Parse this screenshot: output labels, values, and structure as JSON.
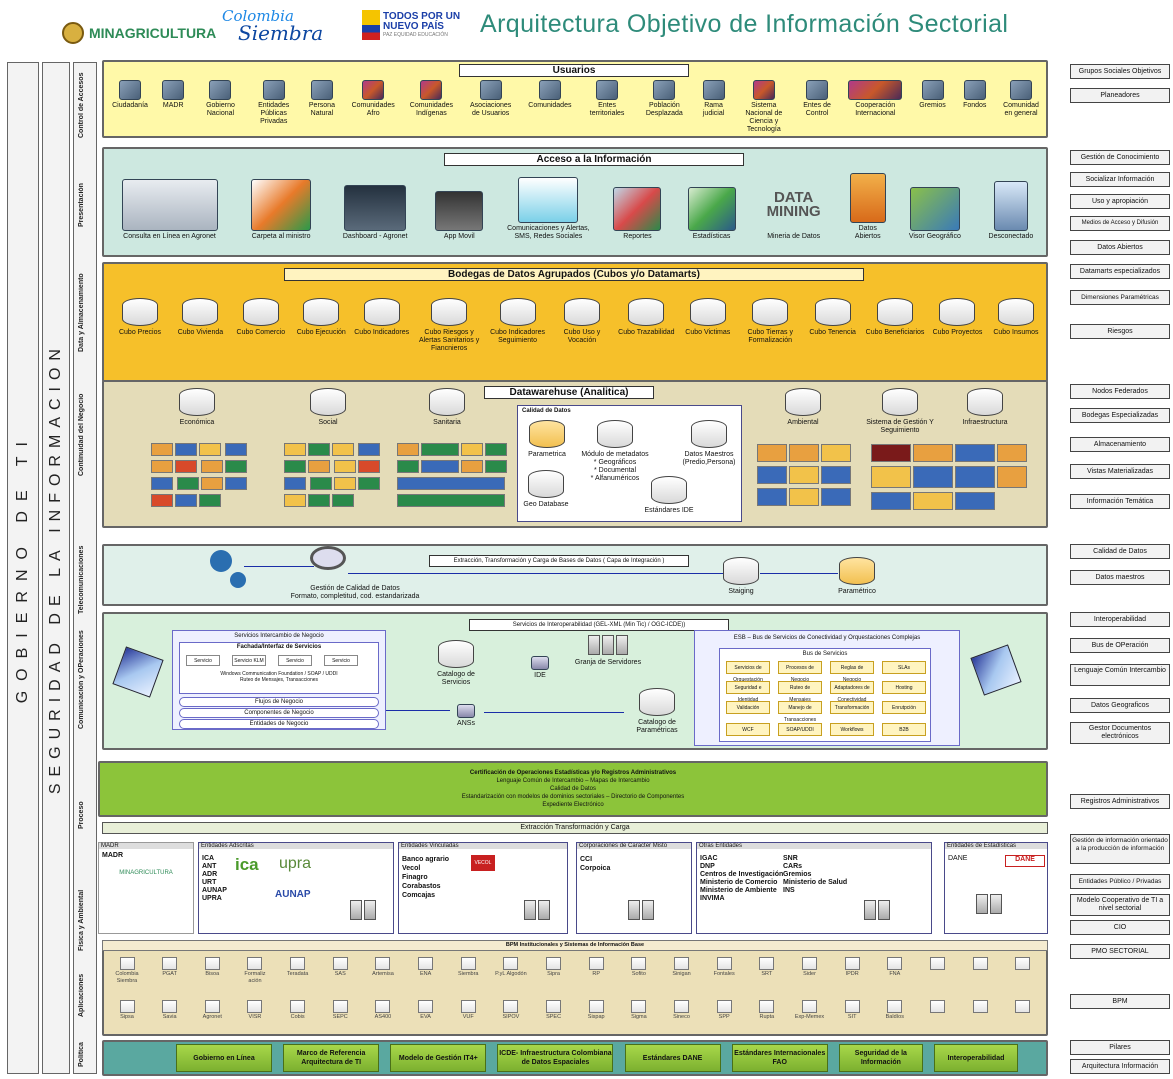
{
  "header": {
    "title": "Arquitectura Objetivo de Información Sectorial",
    "logo_min": "MINAGRICULTURA",
    "logo_col_a": "Colombia",
    "logo_col_b": "Siembra",
    "logo_tpu_1": "TODOS POR UN",
    "logo_tpu_2": "NUEVO PAÍS",
    "logo_tpu_3": "PAZ EQUIDAD EDUCACIÓN"
  },
  "sides": {
    "gobierno": "GOBIERNO DE TI",
    "seguridad": "SEGURIDAD DE LA INFORMACION"
  },
  "lanes": {
    "control": "Control de Accesos",
    "presentacion": "Presentación",
    "data": "Data y Almacenamiento",
    "continuidad": "Continuidad del Negocio",
    "telecom": "Telecomunicaciones",
    "comunicacion": "Comunicación y OPeraciones",
    "proceso": "Proceso",
    "fisica": "Física y Ambiental",
    "aplicaciones": "Aplicaciones",
    "politica": "Política"
  },
  "usuarios": {
    "title": "Usuarios",
    "items": [
      "Ciudadanía",
      "MADR",
      "Gobierno Nacional",
      "Entidades Públicas Privadas",
      "Persona Natural",
      "Comunidades Afro",
      "Comunidades Indígenas",
      "Asociaciones de Usuarios",
      "Comunidades",
      "Entes territoriales",
      "Población Desplazada",
      "Rama judicial",
      "Sistema Nacional de Ciencia y Tecnología",
      "Entes de Control",
      "Cooperación Internacional",
      "Gremios",
      "Fondos",
      "Comunidad en general"
    ]
  },
  "acceso": {
    "title": "Acceso a la Información",
    "items": [
      "Consulta en Línea en Agronet",
      "Carpeta al ministro",
      "Dashboard - Agronet",
      "App Movil",
      "Comunicaciones y Alertas, SMS, Redes Sociales",
      "Reportes",
      "Estadísticas",
      "Mineria de Datos",
      "Datos Abiertos",
      "Visor Geográfico",
      "Desconectado"
    ],
    "data_mining": "DATA MINING"
  },
  "bodegas": {
    "title": "Bodegas de Datos Agrupados (Cubos y/o Datamarts)",
    "items": [
      "Cubo Precios",
      "Cubo Vivienda",
      "Cubo Comercio",
      "Cubo Ejecución",
      "Cubo Indicadores",
      "Cubo Riesgos y Alertas Sanitarios y Fiancnieros",
      "Cubo Indicadores Seguimiento",
      "Cubo Uso y Vocación",
      "Cubo Trazabilidad",
      "Cubo Victimas",
      "Cubo Tierras y Formalización",
      "Cubo Tenencia",
      "Cubo Beneficiarios",
      "Cubo Proyectos",
      "Cubo Insumos"
    ]
  },
  "dw": {
    "title": "Datawarehuse (Analitica)",
    "economica": "Económica",
    "social": "Social",
    "sanitaria": "Sanitaria",
    "calidad": {
      "title": "Calidad de Datos",
      "parametrica": "Parametrica",
      "modulo": "Módulo de metadatos",
      "modulo_items": [
        "* Geográficos",
        "* Documental",
        "* Alfanuméricos"
      ],
      "maestros": "Datos Maestros (Predio,Persona)",
      "geo": "Geo Database",
      "ide": "Estándares IDE"
    },
    "ambiental": "Ambiental",
    "sgs": "Sistema de Gestión Y Seguimiento",
    "infra": "Infraestructura"
  },
  "etl": {
    "title": "Extracción, Transformación y Carga de Bases de Datos ( Capa de Integración )",
    "gestion": "Gestión de Calidad de Datos",
    "gestion_sub": "Formato, completitud, cod. estandarizada",
    "staiging": "Staiging",
    "parametrico": "Paramétrico"
  },
  "interop": {
    "title": "Servicios de Interoperabilidad (GEL-XML (Min Tic) / OGC-ICDE))",
    "sin": "Servicios Intercambio de Negocio",
    "fachada": "Fachada/Interfaz de Servicios",
    "servicio": "Servicio",
    "servicio_klm": "Servicio KLM",
    "wcf": "Windows Communication Foundation / SOAP / UDDI",
    "ruteo": "Ruteo de Mensajes, Transacciones",
    "flujos": "Flujos de Negocio",
    "componentes": "Componentes de Negocio",
    "entidades": "Entidades de Negocio",
    "catalogo": "Catalogo de Servicios",
    "ide": "IDE",
    "granja": "Granja de Servidores",
    "ans": "ANSs",
    "catalogo_param": "Catalogo de Paramétricas",
    "esb": "ESB – Bus de Servicios de Conectividad y Orquestaciones Complejas",
    "bus": "Bus de Servicios",
    "bus_items": [
      "Servicios de Orquestación",
      "Procesos de Negocio",
      "Reglas de Negocio",
      "SLAs",
      "Seguridad e Identidad",
      "Ruteo de Mensajes",
      "Adaptadores de Conectividad",
      "Hosting",
      "Validación",
      "Manejo de Transacciones",
      "Transformación",
      "Enrutpción",
      "WCF",
      "SOAP/UDDI",
      "Workflows",
      "B2B"
    ]
  },
  "cert": {
    "line1": "Certificación de Operaciones Estadísticas y/o Registros Administrativos",
    "line2": "Lenguaje Común de Intercambio – Mapas de Intercambio",
    "line3": "Calidad de Datos",
    "line4": "Estandarización con modelos de dominios sectoriales – Directorio de Componentes",
    "line5": "Expediente Electrónico"
  },
  "etl2": "Extracción Transformación y Carga",
  "fisica": {
    "madr_t": "MADR",
    "madr": "MADR",
    "madr_logo": "MINAGRICULTURA",
    "adscritas_t": "Entidades Adscritas",
    "adscritas": [
      "ICA",
      "ANT",
      "ADR",
      "URT",
      "AUNAP",
      "UPRA"
    ],
    "ica": "ica",
    "upra": "upra",
    "aunap": "AUNAP",
    "vinculadas_t": "Entidades Vinculadas",
    "vinculadas": [
      "Banco agrario",
      "Vecol",
      "Finagro",
      "Corabastos",
      "Comcajas"
    ],
    "vecol": "VECOL",
    "corp_t": "Corporaciones de Caracter Misto",
    "corp": [
      "CCI",
      "Corpoica"
    ],
    "otras_t": "Otras Entidades",
    "otras_a": [
      "IGAC",
      "DNP",
      "Centros de Investigación",
      "Ministerio de Comercio",
      "Ministerio de Ambiente",
      "INVIMA"
    ],
    "otras_b": [
      "SNR",
      "CARs",
      "Gremios",
      "Ministerio de Salud",
      "INS"
    ],
    "estad_t": "Entidades de Estadísticas",
    "dane": "DANE",
    "dane_logo": "DANE"
  },
  "bpm": {
    "title": "BPM Institucionales y Sistemas de Información Base",
    "row1": [
      "Colombia Siembra",
      "PGAT",
      "Bisoa",
      "Formaliz ación",
      "Teradata",
      "SAS",
      "Artemisa",
      "ENA",
      "Siembra",
      "P.yL Algodón",
      "Sipra",
      "RP",
      "Sofito",
      "Sinigan",
      "Fontales",
      "SRT",
      "Sider",
      "IPDR",
      "FNA"
    ],
    "row2": [
      "Sipsa",
      "Savia",
      "Agronet",
      "VISR",
      "Cobis",
      "SEPC",
      "AS400",
      "EVA",
      "VUF",
      "SIPOV",
      "SPEC",
      "Sispap",
      "Sigma",
      "Sineco",
      "SPP",
      "Rupta",
      "Exp-Memex",
      "SIT",
      "Baldíos"
    ]
  },
  "politica": [
    "Gobierno en Línea",
    "Marco de Referencia Arquitectura de TI",
    "Modelo de Gestión IT4+",
    "ICDE- Infraestructura Colombiana de Datos Espaciales",
    "Estándares DANE",
    "Estándares Internacionales FAO",
    "Seguridad de la Información",
    "Interoperabilidad"
  ],
  "right": [
    "Grupos Sociales Objetivos",
    "Planeadores",
    "Gestión de Conocimiento",
    "Socializar Información",
    "Uso y apropiación",
    "Medios de Acceso y Difusión",
    "Datos Abiertos",
    "Datamarts especializados",
    "Dimensiones Paramétricas",
    "Riesgos",
    "Nodos Federados",
    "Bodegas Especializadas",
    "Almacenamiento",
    "Vistas Materializadas",
    "Información Temática",
    "Calidad de Datos",
    "Datos maestros",
    "Interoperabilidad",
    "Bus de OPeración",
    "Lenguaje Común Intercambio",
    "Datos Geograficos",
    "Gestor Documentos electrónicos",
    "Registros Administrativos",
    "Gestión de información orientado a la producción de información",
    "Entidades Público / Privadas",
    "Modelo Cooperativo de TI a nivel sectorial",
    "CIO",
    "PMO SECTORIAL",
    "BPM",
    "Pilares",
    "Arquitectura Información"
  ],
  "colors": {
    "usuarios": "#fff9a8",
    "acceso": "#cde8e0",
    "bodegas": "#f6c02a",
    "dw": "#e4dcb8",
    "etl": "#e0f0ea",
    "interop": "#d8f0dc",
    "cert": "#8cc43a",
    "bpm": "#ece0b8",
    "politica": "#5aa8a0",
    "title": "#2e8b7a"
  }
}
